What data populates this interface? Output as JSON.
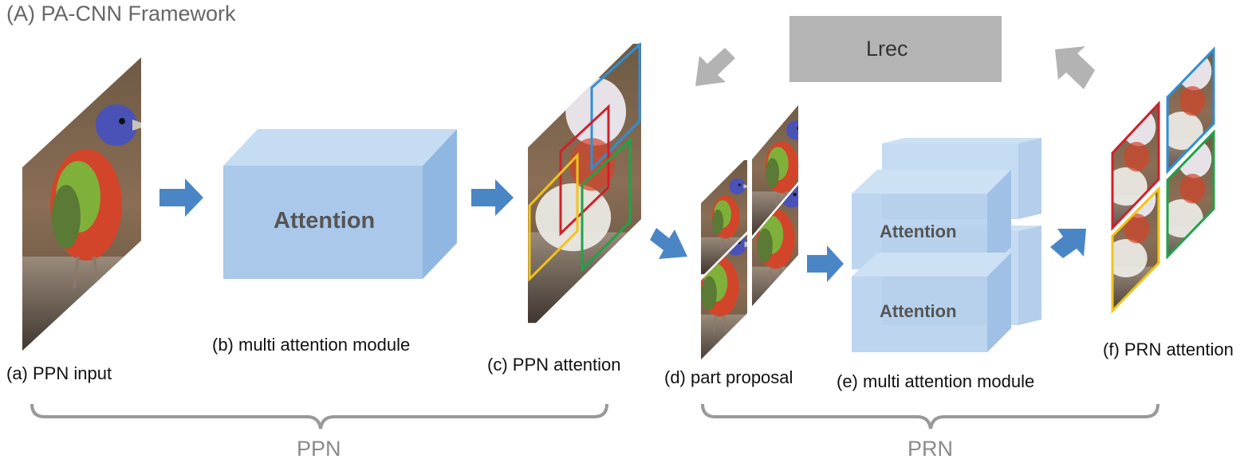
{
  "framework_title": "(A) PA-CNN Framework",
  "captions": {
    "a": "(a) PPN input",
    "b": "(b) multi attention module",
    "c": "(c) PPN attention",
    "d": "(d) part proposal",
    "e": "(e) multi attention module",
    "f": "(f) PRN attention"
  },
  "attention_labels": {
    "ppn": "Attention",
    "prn_top": "Attention",
    "prn_bottom": "Attention"
  },
  "loss_label": "Lrec",
  "braces": {
    "left": "PPN",
    "right": "PRN"
  },
  "colors": {
    "arrow_blue": "#4a86c5",
    "arrow_gray": "#b3b3b3",
    "cube_face": "#a9c8ea",
    "cube_top": "#c5dcf3",
    "cube_side": "#90b7e1",
    "brace": "#999999",
    "lrec_box": "#b4b4b4",
    "box_red": "#d0202a",
    "box_blue": "#2f8fd6",
    "box_green": "#1fa34a",
    "box_yellow": "#f2c318"
  }
}
